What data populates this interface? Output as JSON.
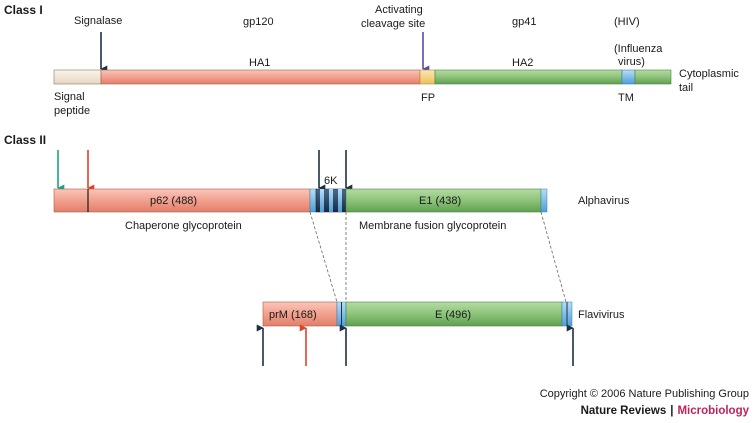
{
  "class1": {
    "heading": "Class I",
    "signalase": "Signalase",
    "gp120": "gp120",
    "activating_line1": "Activating",
    "activating_line2": "cleavage site",
    "gp41": "gp41",
    "hiv": "(HIV)",
    "influenza_line1": "(Influenza",
    "influenza_line2": "virus)",
    "ha1": "HA1",
    "ha2": "HA2",
    "signal_line1": "Signal",
    "signal_line2": "peptide",
    "fp": "FP",
    "tm": "TM",
    "cyto_line1": "Cytoplasmic",
    "cyto_line2": "tail"
  },
  "class2": {
    "heading": "Class II",
    "p62": "p62 (488)",
    "six_k": "6K",
    "e1": "E1 (438)",
    "alphavirus": "Alphavirus",
    "chaperone": "Chaperone glycoprotein",
    "membrane": "Membrane fusion glycoprotein",
    "prm": "prM (168)",
    "e": "E (496)",
    "flavivirus": "Flavivirus"
  },
  "footer": {
    "copyright": "Copyright © 2006 Nature Publishing Group",
    "journal": "Nature Reviews",
    "separator": "|",
    "subject": "Microbiology"
  },
  "colors": {
    "salmon": "#f4a898",
    "green": "#8cc37a",
    "beige": "#f3e8d8",
    "blue": "#7cc0ea",
    "yellow": "#f7d58a",
    "navy": "#1e3450",
    "arrow_dark": "#1d3140",
    "arrow_red": "#e0412a",
    "arrow_teal": "#1aa37f",
    "arrow_purple": "#5a4aa8",
    "journal_subject": "#c0235c"
  }
}
